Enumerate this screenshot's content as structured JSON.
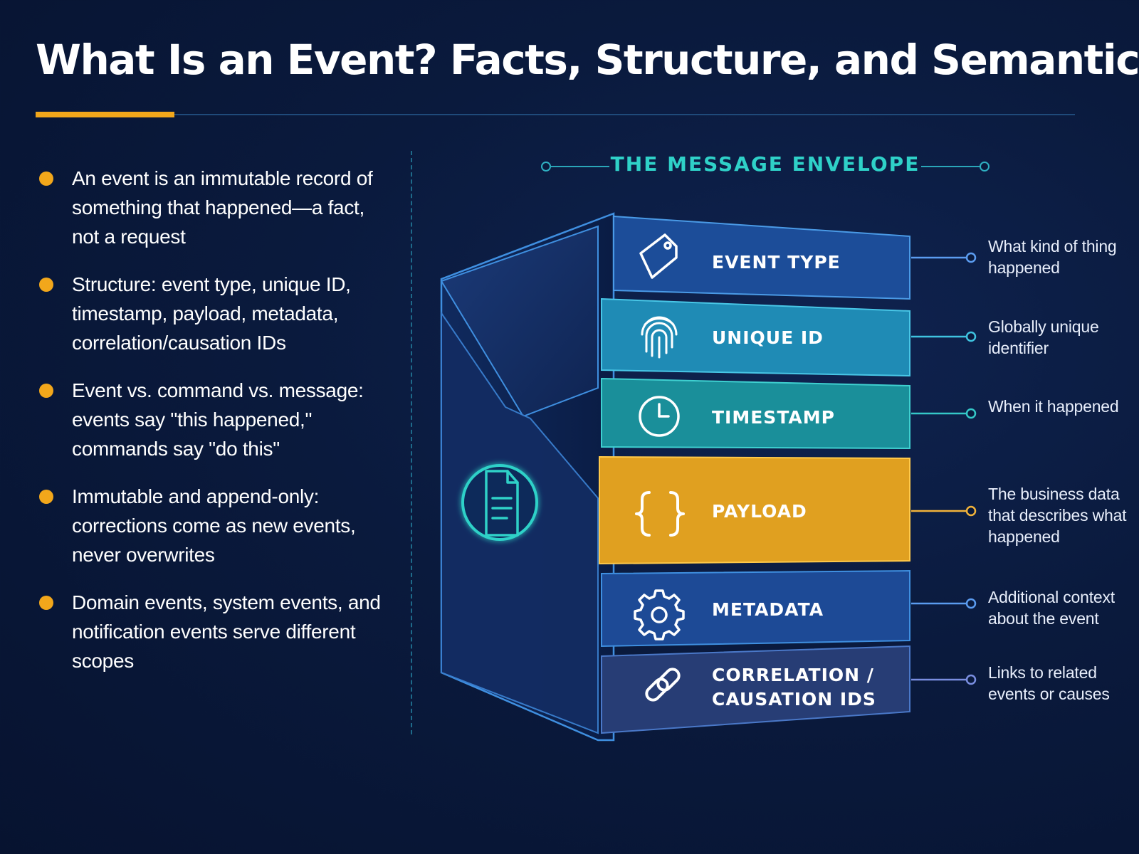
{
  "title": "What Is an Event? Facts, Structure, and Semantics",
  "bullets": [
    {
      "text": "An event is an immutable record of something that happened—a fact, not a request"
    },
    {
      "text": "Structure: event type, unique ID, timestamp, payload, metadata, correlation/causation IDs"
    },
    {
      "text": "Event vs. command vs. message: events say \"this happened,\" commands say \"do this\""
    },
    {
      "text": "Immutable and append-only: corrections come as new events, never overwrites"
    },
    {
      "text": "Domain events, system events, and notification events serve different scopes"
    }
  ],
  "envelope": {
    "heading": "THE MESSAGE ENVELOPE",
    "envelope_icon": "document-icon",
    "layers": [
      {
        "label": "EVENT TYPE",
        "icon": "tag-icon",
        "description": "What kind of thing happened",
        "color": "#1c4d99"
      },
      {
        "label": "UNIQUE ID",
        "icon": "fingerprint-icon",
        "description": "Globally unique identifier",
        "color": "#1f8bb5"
      },
      {
        "label": "TIMESTAMP",
        "icon": "clock-icon",
        "description": "When it happened",
        "color": "#1a8f9a"
      },
      {
        "label": "PAYLOAD",
        "icon": "braces-icon",
        "description": "The business data that describes what happened",
        "color": "#e0a020"
      },
      {
        "label": "METADATA",
        "icon": "gear-icon",
        "description": "Additional context about the event",
        "color": "#1d4a96"
      },
      {
        "label": "CORRELATION / CAUSATION IDS",
        "label_line1": "CORRELATION /",
        "label_line2": "CAUSATION IDS",
        "icon": "link-icon",
        "description": "Links to related events or causes",
        "color": "#273d75"
      }
    ]
  },
  "colors": {
    "accent": "#f2a71b",
    "teal": "#2fd1c8",
    "background": "#0a1a3d"
  }
}
